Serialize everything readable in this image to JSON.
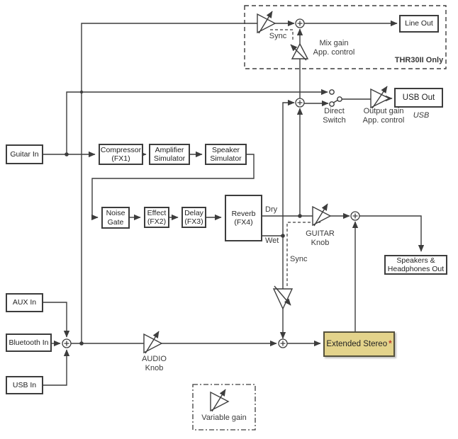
{
  "nodes": {
    "guitar_in": {
      "label": "Guitar In"
    },
    "compressor": {
      "line1": "Compressor",
      "line2": "(FX1)"
    },
    "amplifier_simulator": {
      "line1": "Amplifier",
      "line2": "Simulator"
    },
    "speaker_simulator": {
      "line1": "Speaker",
      "line2": "Simulator"
    },
    "noise_gate": {
      "line1": "Noise",
      "line2": "Gate"
    },
    "effect": {
      "line1": "Effect",
      "line2": "(FX2)"
    },
    "delay": {
      "line1": "Delay",
      "line2": "(FX3)"
    },
    "reverb": {
      "line1": "Reverb",
      "line2": "(FX4)"
    },
    "line_out": {
      "label": "Line Out"
    },
    "usb_out": {
      "label": "USB Out"
    },
    "speakers_out": {
      "line1": "Speakers &",
      "line2": "Headphones Out"
    },
    "aux_in": {
      "label": "AUX In"
    },
    "bluetooth_in": {
      "label": "Bluetooth In"
    },
    "usb_in": {
      "label": "USB In"
    },
    "extended_stereo": {
      "label": "Extended Stereo",
      "asterisk": "*"
    }
  },
  "labels": {
    "sync_top": "Sync",
    "sync_mid": "Sync",
    "mix_gain_1": "Mix gain",
    "mix_gain_2": "App. control",
    "thr30_only": "THR30II Only",
    "direct_switch_1": "Direct",
    "direct_switch_2": "Switch",
    "output_gain_1": "Output gain",
    "output_gain_2": "App. control",
    "usb_tag": "USB",
    "dry": "Dry",
    "wet": "Wet",
    "guitar_knob_1": "GUITAR",
    "guitar_knob_2": "Knob",
    "audio_knob_1": "AUDIO",
    "audio_knob_2": "Knob",
    "variable_gain": "Variable gain"
  },
  "colors": {
    "line": "#3d3d3d",
    "text": "#333333",
    "extended_stereo_fill": "#e3d38b",
    "asterisk_red": "#c13b2a",
    "background": "#ffffff"
  }
}
